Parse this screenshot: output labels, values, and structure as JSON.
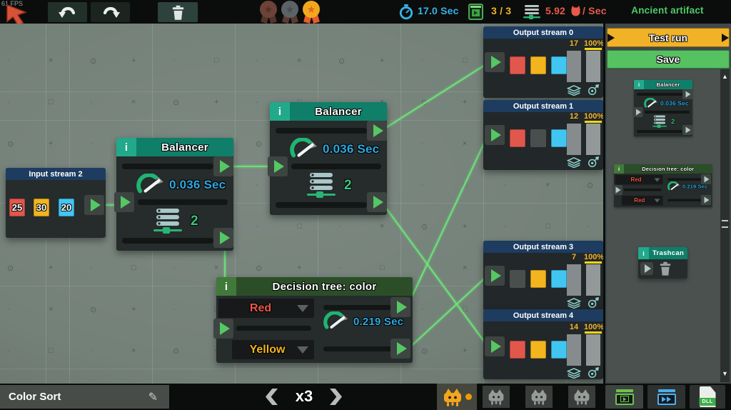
{
  "hud": {
    "fps": "61 FPS",
    "timer": "17.0 Sec",
    "goal": "3 / 3",
    "income": "5.92",
    "income_unit": "/ Sec",
    "level_name": "Ancient artifact"
  },
  "sidebar": {
    "test_run": "Test run",
    "save": "Save",
    "previews": {
      "balancer": {
        "info": "i",
        "title": "Balancer",
        "time": "0.036 Sec",
        "capacity": "2"
      },
      "decision_tree": {
        "info": "i",
        "title": "Decision tree: color",
        "time": "0.219 Sec",
        "option_top": "Red",
        "option_bottom": "Red"
      },
      "trashcan": {
        "info": "i",
        "title": "Trashcan"
      }
    }
  },
  "canvas": {
    "input_stream": {
      "title": "Input stream 2",
      "chips": [
        {
          "label": "25",
          "color": "red"
        },
        {
          "label": "30",
          "color": "yellow"
        },
        {
          "label": "20",
          "color": "blue"
        }
      ]
    },
    "balancer1": {
      "info": "i",
      "title": "Balancer",
      "time": "0.036 Sec",
      "capacity": "2"
    },
    "balancer2": {
      "info": "i",
      "title": "Balancer",
      "time": "0.036 Sec",
      "capacity": "2"
    },
    "decision_tree": {
      "info": "i",
      "title": "Decision tree: color",
      "time": "0.219 Sec",
      "option_top": "Red",
      "option_bottom": "Yellow"
    },
    "output_streams": [
      {
        "title": "Output stream 0",
        "count": "17",
        "accuracy": "100%",
        "chips": [
          "red",
          "yellow",
          "blue"
        ]
      },
      {
        "title": "Output stream 1",
        "count": "12",
        "accuracy": "100%",
        "chips": [
          "red",
          "empty",
          "blue"
        ]
      },
      {
        "title": "Output stream 3",
        "count": "7",
        "accuracy": "100%",
        "chips": [
          "empty",
          "yellow",
          "blue"
        ]
      },
      {
        "title": "Output stream 4",
        "count": "14",
        "accuracy": "100%",
        "chips": [
          "red",
          "yellow",
          "blue"
        ]
      }
    ]
  },
  "bottombar": {
    "level_label": "Color Sort",
    "speed": "x3",
    "dll_label": "DLL"
  },
  "colors": {
    "chip": {
      "red": "#e2574b",
      "yellow": "#f2b51d",
      "blue": "#41c6f2",
      "empty": "#4a4f4d"
    },
    "option_text": {
      "Red": "#e8594a",
      "Yellow": "#f2b51d"
    },
    "accent_yellow": "#f2b227",
    "accent_green": "#57c464",
    "time_cyan": "#2fa8e0",
    "wire_green": "#63d96f"
  }
}
